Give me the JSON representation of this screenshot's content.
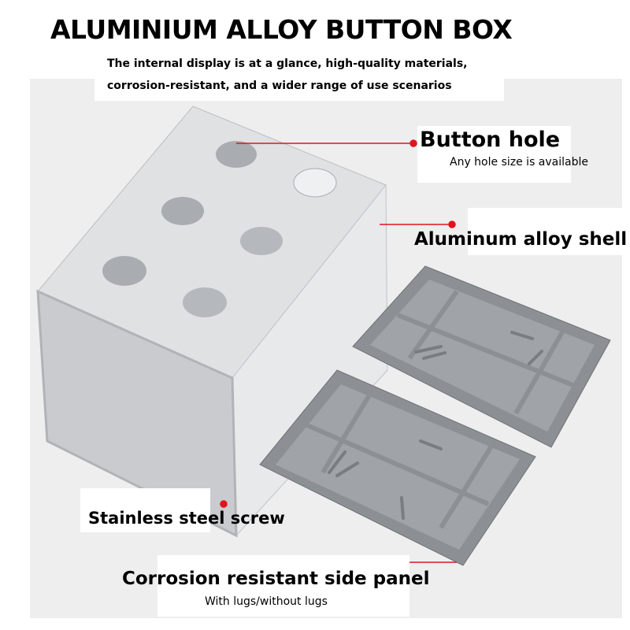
{
  "title": "ALUMINIUM ALLOY BUTTON BOX",
  "subtitle_lines": [
    "The internal display is at a glance, high-quality materials,",
    "corrosion-resistant, and a wider range of use scenarios"
  ],
  "callouts": {
    "button_hole": {
      "label": "Button hole",
      "note": "Any hole size is available"
    },
    "shell": {
      "label": "Aluminum alloy shell"
    },
    "screw": {
      "label": "Stainless steel screw"
    },
    "side_panel": {
      "label": "Corrosion resistant side panel",
      "note": "With lugs/without lugs"
    }
  },
  "colors": {
    "accent": "#e0141e",
    "panel": "#8c9094",
    "shell": "#d6d8da"
  }
}
